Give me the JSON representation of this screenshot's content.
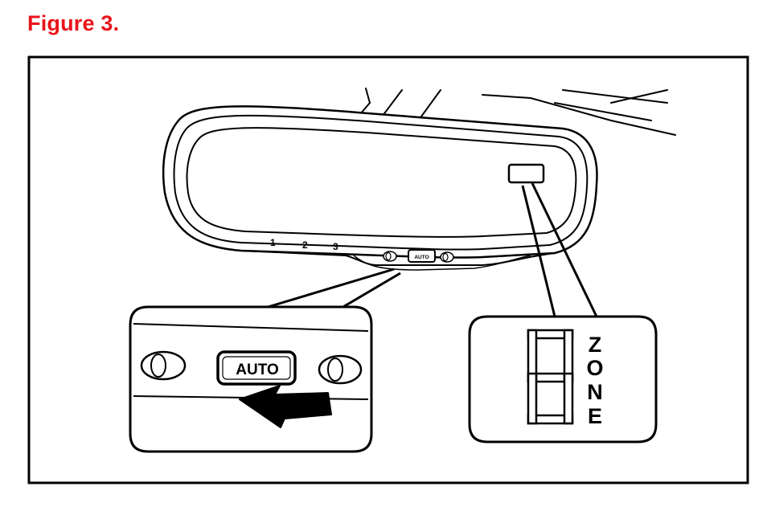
{
  "figure": {
    "title": "Figure 3."
  },
  "mirror": {
    "zone_numbers": [
      "1",
      "2",
      "3"
    ],
    "auto_label_small": "AUTO"
  },
  "callout_button": {
    "auto_label": "AUTO"
  },
  "callout_display": {
    "digit": "8",
    "zone_letters": [
      "Z",
      "O",
      "N",
      "E"
    ]
  },
  "icons": {
    "press_arrow": "arrow-icon",
    "indicator_left": "indicator-icon",
    "indicator_right": "indicator-icon"
  },
  "colors": {
    "title": "#e8141b",
    "line": "#000000"
  }
}
